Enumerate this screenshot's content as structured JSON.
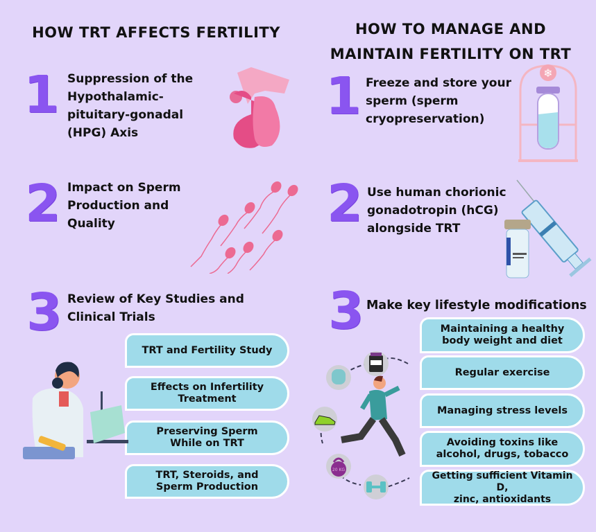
{
  "left": {
    "title": "HOW TRT AFFECTS FERTILITY",
    "items": [
      {
        "number": "1",
        "text": "Suppression of the Hypothalamic-pituitary-gonadal (HPG) Axis",
        "lines": [
          "Suppression of the",
          "Hypothalamic-",
          "pituitary-gonadal",
          "(HPG) Axis"
        ],
        "icon": "testicle-anatomy-icon"
      },
      {
        "number": "2",
        "text": "Impact on Sperm Production and Quality",
        "lines": [
          "Impact on Sperm",
          "Production and",
          "Quality"
        ],
        "icon": "sperm-cells-icon"
      },
      {
        "number": "3",
        "text": "Review of Key Studies and Clinical Trials",
        "lines": [
          "Review of Key Studies and",
          "Clinical Trials"
        ],
        "icon": "scientist-illustration"
      }
    ],
    "studies": [
      {
        "label": "TRT and Fertility Study"
      },
      {
        "label": "Effects on Infertility Treatment",
        "lines": [
          "Effects on Infertility",
          "Treatment"
        ]
      },
      {
        "label": "Preserving Sperm While on TRT",
        "lines": [
          "Preserving Sperm",
          "While on TRT"
        ]
      },
      {
        "label": "TRT, Steroids, and Sperm Production",
        "lines": [
          "TRT, Steroids, and",
          "Sperm Production"
        ]
      }
    ]
  },
  "right": {
    "title": "HOW TO MANAGE AND MAINTAIN FERTILITY ON TRT",
    "title_lines": [
      "HOW TO MANAGE AND",
      "MAINTAIN FERTILITY ON TRT"
    ],
    "items": [
      {
        "number": "1",
        "text": "Freeze and store your sperm (sperm cryopreservation)",
        "lines": [
          "Freeze and store your",
          "sperm (sperm",
          "cryopreservation)"
        ],
        "icon": "cryo-test-tube-icon"
      },
      {
        "number": "2",
        "text": "Use human chorionic gonadotropin (hCG) alongside TRT",
        "lines": [
          "Use human chorionic",
          "gonadotropin (hCG)",
          "alongside TRT"
        ],
        "icon": "syringe-vial-icon"
      },
      {
        "number": "3",
        "text": "Make key lifestyle modifications",
        "icon": "runner-illustration"
      }
    ],
    "lifestyle": [
      {
        "lines": [
          "Maintaining a healthy",
          "body weight and diet"
        ]
      },
      {
        "lines": [
          "Regular exercise"
        ]
      },
      {
        "lines": [
          "Managing stress levels"
        ]
      },
      {
        "lines": [
          "Avoiding toxins like",
          "alcohol, drugs, tobacco"
        ]
      },
      {
        "lines": [
          "Getting sufficient Vitamin D,",
          "zinc, antioxidants"
        ]
      }
    ],
    "kettlebell_label": "20 KG"
  },
  "colors": {
    "background": "#e2d5fa",
    "number_purple": "#8a55f0",
    "pill_fill": "#9fdbea",
    "pink": "#ec6a92"
  }
}
